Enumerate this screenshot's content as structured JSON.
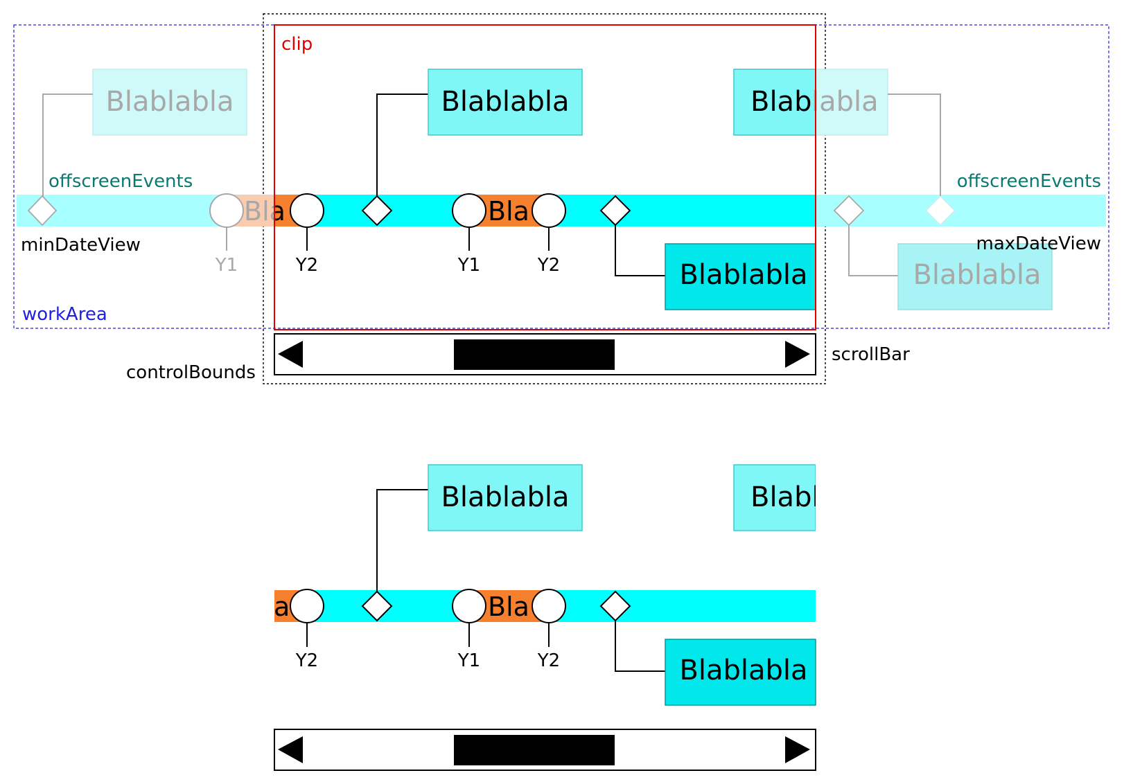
{
  "labels": {
    "clip": "clip",
    "offscreen_left": "offscreenEvents",
    "offscreen_right": "offscreenEvents",
    "min_date_view": "minDateView",
    "max_date_view": "maxDateView",
    "work_area": "workArea",
    "control_bounds": "controlBounds",
    "scroll_bar": "scrollBar"
  },
  "event_text": "Blablabla",
  "bar_text": "Bla",
  "bar_text_partial": "a",
  "event_text_partial": "Blabl",
  "event_text_split_left": "Blab",
  "event_text_split_right": "labla",
  "y1": "Y1",
  "y2": "Y2",
  "colors": {
    "timeline": "#00ffff",
    "timeline_faded": "#a8ffff",
    "event_box": "#80f7f7",
    "event_box_strong": "#00e8ec",
    "event_box_faded": "#d0fafa",
    "range_bar": "#f7802f",
    "range_bar_faded": "#f9ccb0",
    "clip": "#e00000",
    "work_area": "#2020e0",
    "offscreen": "#0a7a70",
    "faded_text": "#a8a8a8"
  }
}
